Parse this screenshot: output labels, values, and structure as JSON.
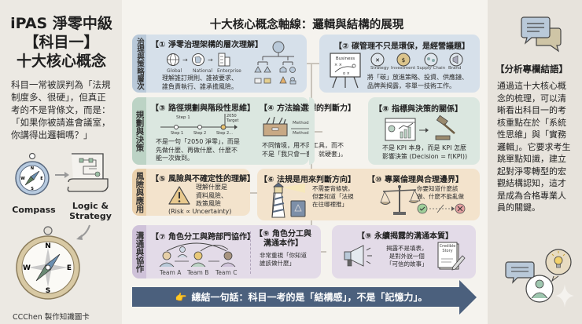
{
  "left_panel": {
    "title_line1": "iPAS 淨零中級",
    "title_line2": "【科目一】",
    "title_line3": "十大核心概念",
    "intro": "科目一常被誤判為「法規制度多、很硬」，但真正考的不是背條文，而是：「如果你被請進會議室，你講得出邏輯嗎？」",
    "compass_label": "Compass",
    "logic_label_1": "Logic &",
    "logic_label_2": "Strategy",
    "credit": "CCChen 製作知識圖卡"
  },
  "main": {
    "title": "十大核心概念軸線：邏輯與結構的展現",
    "rows": [
      {
        "side": "治理與策略層次",
        "color": "#d6e0ea",
        "side_color": "#b9c9d9"
      },
      {
        "side": "規劃與決策",
        "color": "#dbe7e0",
        "side_color": "#bcd3c5"
      },
      {
        "side": "風險與應用",
        "color": "#f3e3cc",
        "side_color": "#ead0ac"
      },
      {
        "side": "溝通與協作",
        "color": "#e3dbe8",
        "side_color": "#cfc2d9"
      }
    ],
    "concepts": {
      "c1": {
        "title": "【① 淨零治理架構的層次理解】",
        "labels": [
          "Global",
          "National",
          "Enterprise"
        ],
        "text_1": "理解誰訂規則、誰被要求、",
        "text_2": "誰負責執行、誰承擔風險。"
      },
      "c2": {
        "title": "【② 碳管理不只是環保，是經營議題】",
        "board_label": "Business",
        "labels": [
          "Strategy",
          "Investment",
          "Supply Chain",
          "Brand"
        ],
        "text_1": "將「碳」放進策略、投資、供應鏈、",
        "text_2": "品牌與揭露，非單一技術工作。"
      },
      "c3": {
        "title": "【③ 路徑規劃與階段性思維】",
        "step_top": "Step 1",
        "target": "2050 Target",
        "steps": [
          "Step 1",
          "Step 2",
          "Step 2..."
        ],
        "text_1": "不是一句「2050 淨零」，而是",
        "text_2": "先做什麼、再做什麼、什麼不",
        "text_3": "能一次做到。"
      },
      "c4": {
        "title": "【④ 方法論選擇的判斷力】",
        "method_a": "Method A",
        "method_b": "Method B",
        "text_1": "不同情境，用不同工具，而不",
        "text_2": "不是「我只會一套，就硬套」。"
      },
      "c5": {
        "title": "【⑤ 風險與不確定性的理解】",
        "text_1": "理解什麼是",
        "text_2": "資料風險、",
        "text_3": "政策風險",
        "formula": "(Risk ∝ Uncertainty)"
      },
      "c6": {
        "title": "【⑥ 法規是用來判斷方向】",
        "text_1": "不需要背條號，",
        "text_2": "但要知道「法規",
        "text_3": "在往哪裡推」"
      },
      "c7": {
        "title": "【⑦ 角色分工與跨部門協作】",
        "teams": [
          "Team A",
          "Team B",
          "Team C"
        ]
      },
      "c8": {
        "title": "【⑧ 指標與決策的關係】",
        "text_1": "不是 KPI 本身，而是 KPI 怎麼",
        "text_2": "影響決策 (Decision = f(KPI))"
      },
      "c9a": {
        "title_1": "【⑨ 角色分工與",
        "title_2": "溝通本作】",
        "text_1": "非常重視「你知道",
        "text_2": "誰該做什麼」"
      },
      "c9b": {
        "title": "【⑨ 永續揭露的溝通本質】",
        "story_label_1": "Credible",
        "story_label_2": "Story",
        "text_1": "揭露不是填表，",
        "text_2": "是對外說一個",
        "text_3": "「可信的故事」"
      },
      "c10": {
        "title": "【⑩ 專業倫理與合理邊界】",
        "text_1": "你要知道什麼該",
        "text_2": "做、什麼不能亂做"
      }
    },
    "summary": {
      "icon": "👉",
      "text": "總結一句話：科目一考的是「結構感」，不是「記憶力」。",
      "color": "#4b607d"
    }
  },
  "right_panel": {
    "title": "【分析專欄結語】",
    "body": "通過這十大核心概念的梳理，可以清晰看出科目一的考核重點在於「系統性思維」與「實務邏輯」。它要求考生跳單點知識，建立起對淨零轉型的宏觀結構認知，這才是成為合格專業人員的關鍵。"
  }
}
